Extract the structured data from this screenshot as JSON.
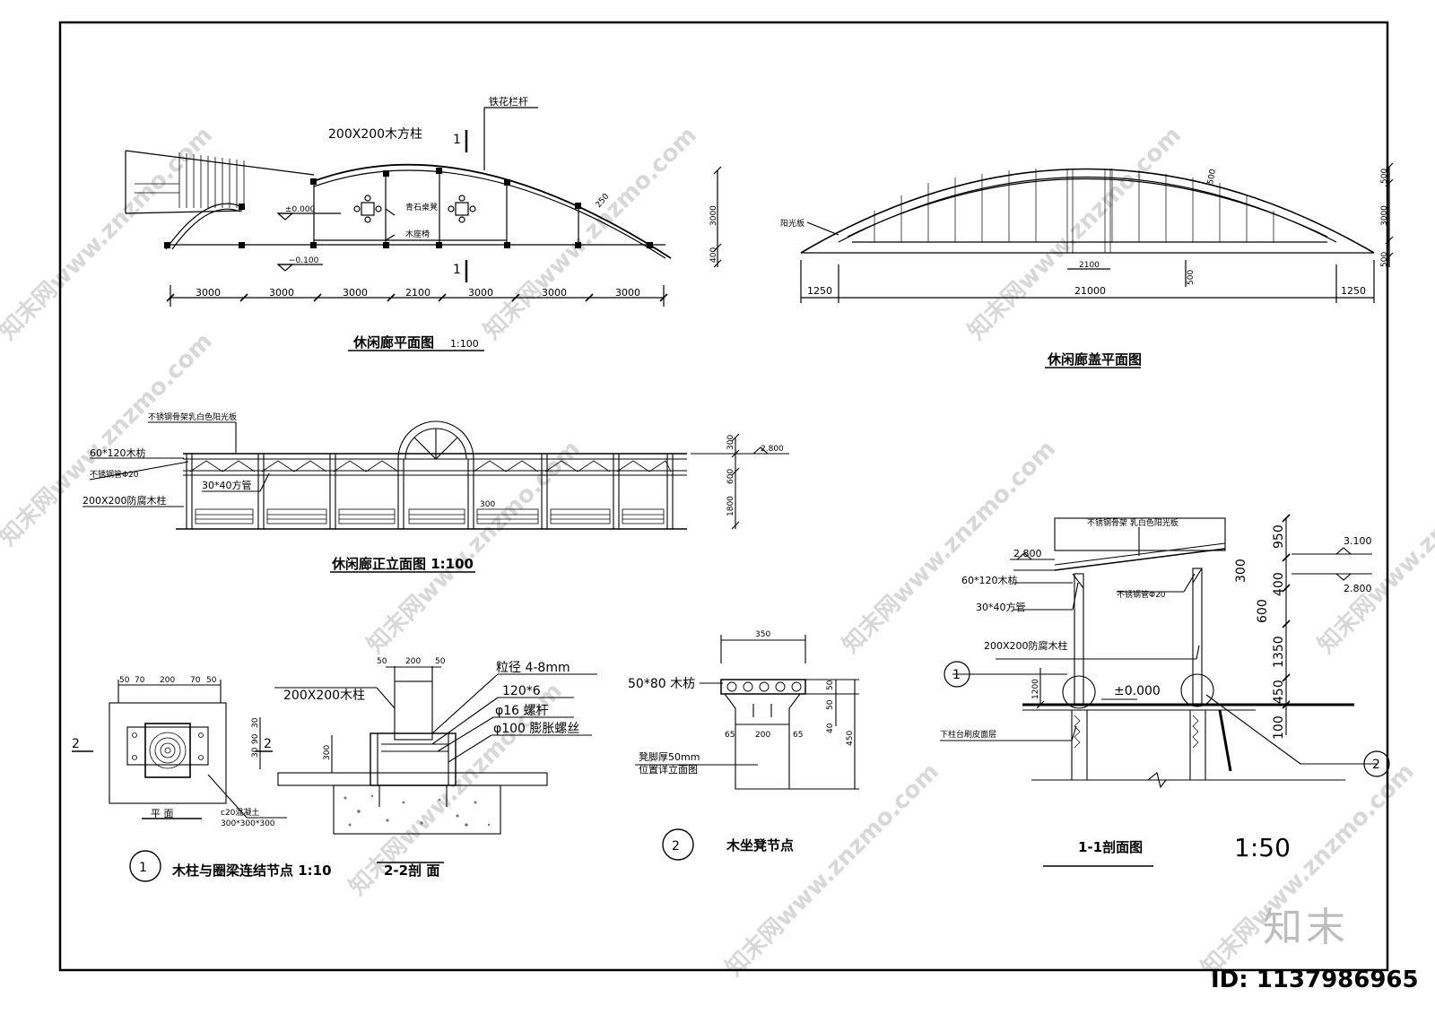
{
  "labels": {
    "plan_title": "休闲廊平面图",
    "plan_scale": "1:100",
    "roof_title": "休闲廊盖平面图",
    "elev_title": "休闲廊正立面图  1:100",
    "node1_title": "木柱与圈梁连结节点  1:10",
    "node1_num": "1",
    "sec22_title": "2-2剖  面",
    "node2_title": "木坐凳节点",
    "node2_num": "2",
    "sec11_title": "1-1剖面图",
    "sec11_scale": "1:50",
    "plan_view": "平  面",
    "post_plan": "200X200木方柱",
    "railing": "铁花栏杆",
    "stone_table": "青石桌凳",
    "bench": "木座椅",
    "lvl_0": "±0.000",
    "lvl_m01": "−0.100",
    "sunboard": "阳光板",
    "elev_roof_note": "不锈钢骨架乳白色阳光板",
    "purlin": "60*120木枋",
    "ss_tube": "不锈钢管Φ20",
    "sq_tube": "30*40方管",
    "post_elev": "200X200防腐木柱",
    "lvl_280": "2.800",
    "lvl_310": "3.100",
    "post_node": "200X200木柱",
    "aggregate": "粒径 4-8mm",
    "bolt_spec": "120*6",
    "rod": "φ16 螺杆",
    "exp_bolt": "φ100 膨胀螺丝",
    "footing": "c20混凝土",
    "footing_size": "300*300*300",
    "seat_wood": "50*80 木枋",
    "seat_leg": "凳脚厚50mm",
    "seat_leg2": "位置详立面图",
    "sec11_roof": "不锈钢骨架  乳白色阳光板",
    "ss_tube2": "不锈钢管Φ20",
    "base_note": "下柱台刷皮面层",
    "sec_mark1": "1",
    "sec_mark2": "2",
    "watermark": "知末网www.znzmo.com",
    "logo": "知末",
    "id": "ID: 1137986965"
  },
  "dims": {
    "plan": [
      "3000",
      "3000",
      "3000",
      "2100",
      "3000",
      "3000",
      "3000"
    ],
    "plan_v": [
      "3000",
      "400"
    ],
    "plan_250": "250",
    "roof": [
      "1250",
      "21000",
      "1250"
    ],
    "roof_2100": "2100",
    "roof_500": "500",
    "roof_v": [
      "500",
      "3000",
      "500"
    ],
    "elev_v": [
      "300",
      "600",
      "1800"
    ],
    "elev_300": "300",
    "node_top": [
      "50",
      "200",
      "50"
    ],
    "plan_top": [
      "50",
      "70",
      "200",
      "70",
      "50"
    ],
    "plan_side": [
      "30",
      "90",
      "30",
      "30",
      "90",
      "30"
    ],
    "node_300": "300",
    "seat_350": "350",
    "seat_v": [
      "50",
      "50",
      "40",
      "450"
    ],
    "seat_bot": [
      "65",
      "200",
      "65"
    ],
    "sec11_v": [
      "950",
      "300",
      "400",
      "600",
      "1350",
      "450",
      "100"
    ],
    "sec11_1200": "1200"
  }
}
